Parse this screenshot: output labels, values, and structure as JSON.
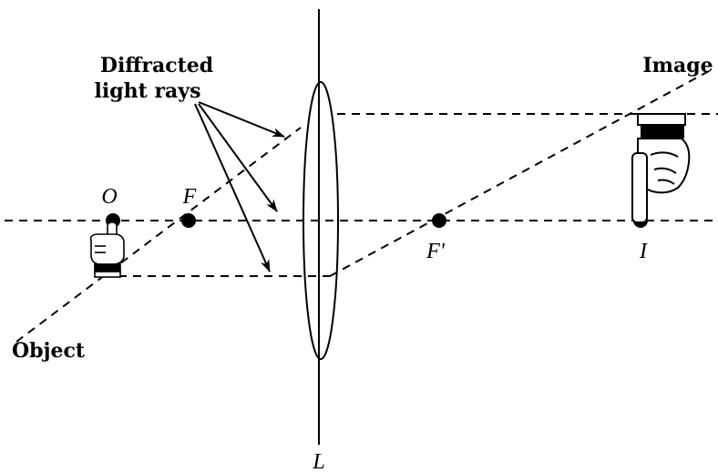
{
  "labels": {
    "diffracted_line1": "Diffracted",
    "diffracted_line2": "light rays",
    "image": "Image",
    "object": "Object",
    "point_o": "O",
    "point_f": "F",
    "point_f_prime": "F'",
    "point_i": "I",
    "lens": "L"
  },
  "icons": {
    "object_hand": "pointing-hand-icon",
    "image_hand": "inverted-pointing-hand-icon"
  },
  "colors": {
    "ink": "#000000",
    "background": "#ffffff"
  }
}
